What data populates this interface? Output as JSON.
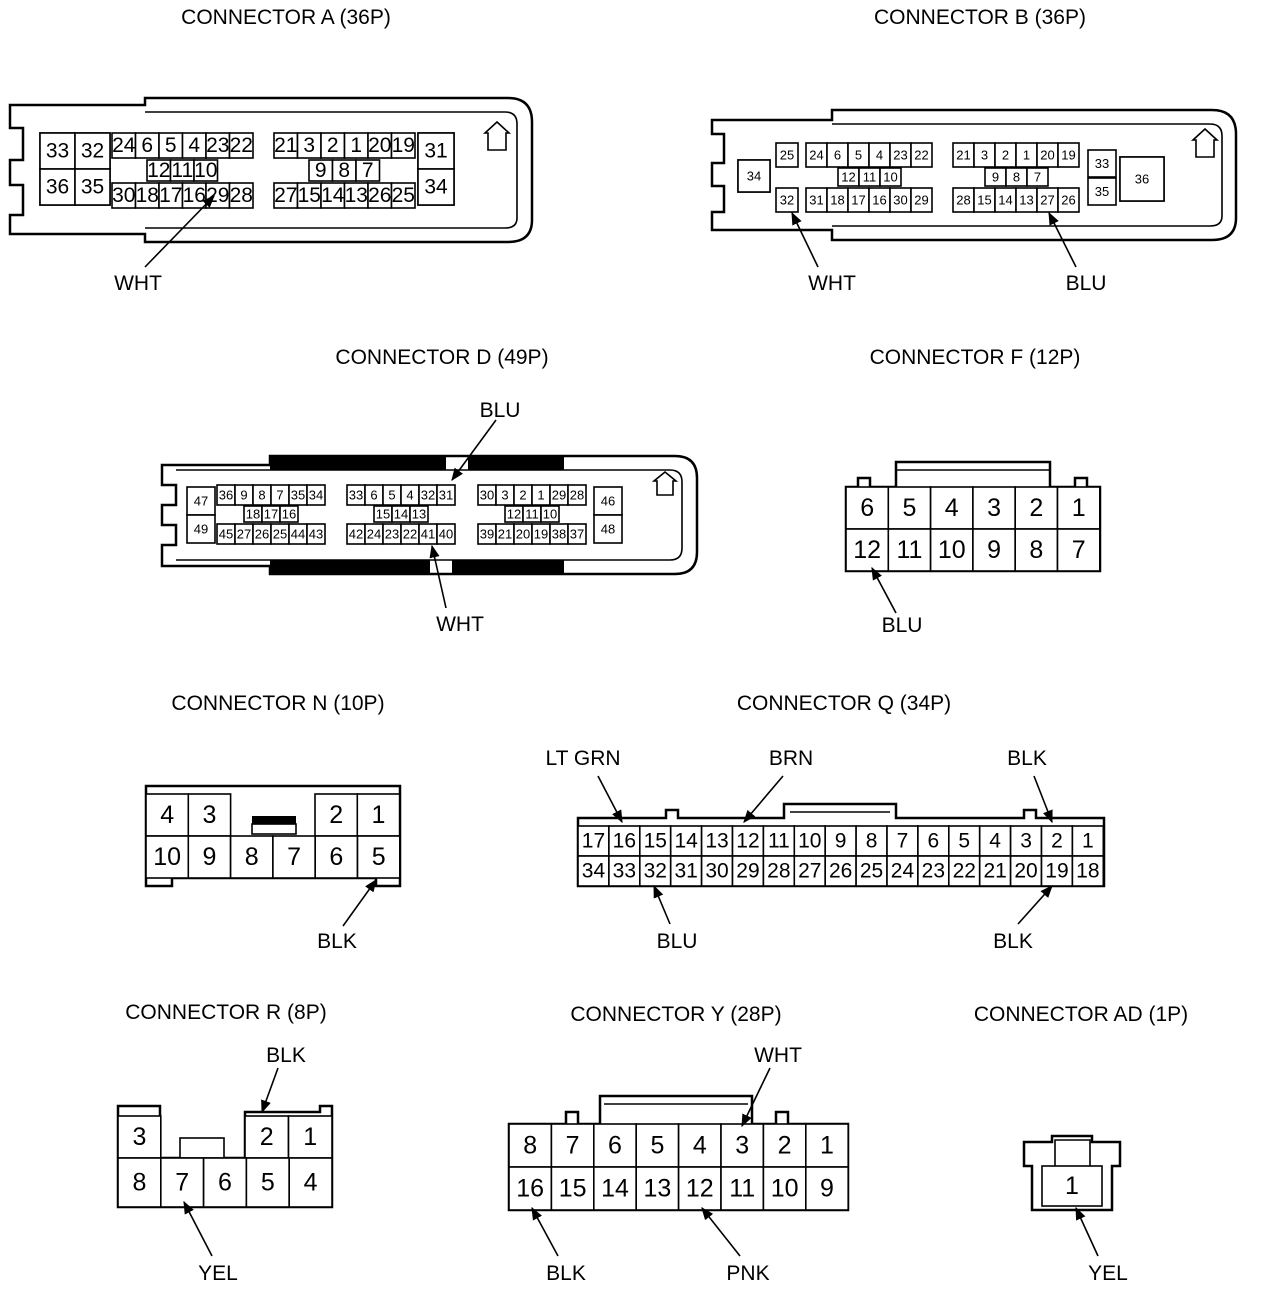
{
  "connectors": {
    "a": {
      "title": "CONNECTOR A (36P)",
      "wires": [
        "WHT"
      ]
    },
    "b": {
      "title": "CONNECTOR B (36P)",
      "wires": [
        "WHT",
        "BLU"
      ]
    },
    "d": {
      "title": "CONNECTOR D (49P)",
      "wires": [
        "BLU",
        "WHT"
      ]
    },
    "f": {
      "title": "CONNECTOR F (12P)",
      "wires": [
        "BLU"
      ]
    },
    "n": {
      "title": "CONNECTOR N (10P)",
      "wires": [
        "BLK"
      ]
    },
    "q": {
      "title": "CONNECTOR Q (34P)",
      "wires": [
        "LT GRN",
        "BRN",
        "BLK",
        "BLU",
        "BLK"
      ]
    },
    "r": {
      "title": "CONNECTOR R (8P)",
      "wires": [
        "BLK",
        "YEL"
      ]
    },
    "y": {
      "title": "CONNECTOR Y (28P)",
      "wires": [
        "WHT",
        "BLK",
        "PNK"
      ]
    },
    "ad": {
      "title": "CONNECTOR AD (1P)",
      "wires": [
        "YEL"
      ]
    }
  }
}
